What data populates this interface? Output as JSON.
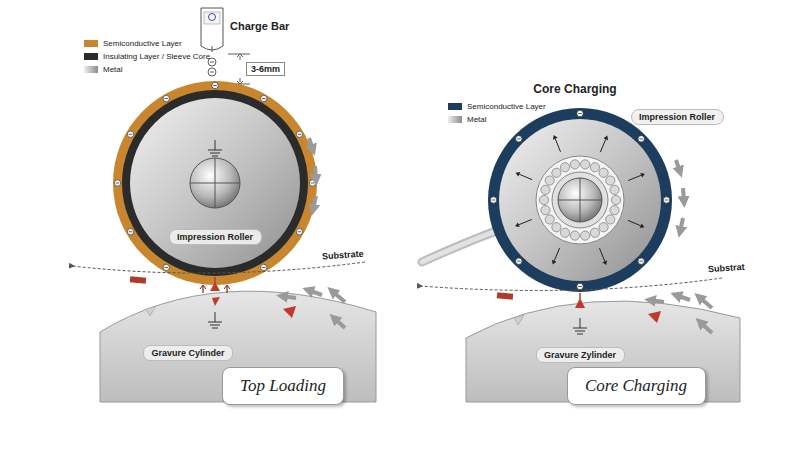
{
  "diagram": {
    "nodes": [
      {
        "text": [
          "Impression Roller"
        ]
      },
      {
        "text": [
          "Gravure Cylinder"
        ]
      },
      {
        "text": [
          "Top Loading"
        ]
      },
      {
        "text": [
          "Impression Roller"
        ]
      },
      {
        "text": [
          "Gravure Zylinder"
        ]
      },
      {
        "text": [
          "Core Charging"
        ]
      }
    ],
    "labels": [
      "Charge Bar",
      "3-6mm",
      "Substrate",
      "Core Charging",
      "Substrat"
    ],
    "legend": [
      {
        "text": "Semiconductive Layer",
        "color": "#c8862f"
      },
      {
        "text": "Insulating Layer / Sleeve Core",
        "color": "#2b2b2b"
      },
      {
        "text": "Metal"
      },
      {
        "text": "Semiconductive Layer",
        "color": "#1c3d5e"
      },
      {
        "text": "Metal"
      }
    ]
  }
}
